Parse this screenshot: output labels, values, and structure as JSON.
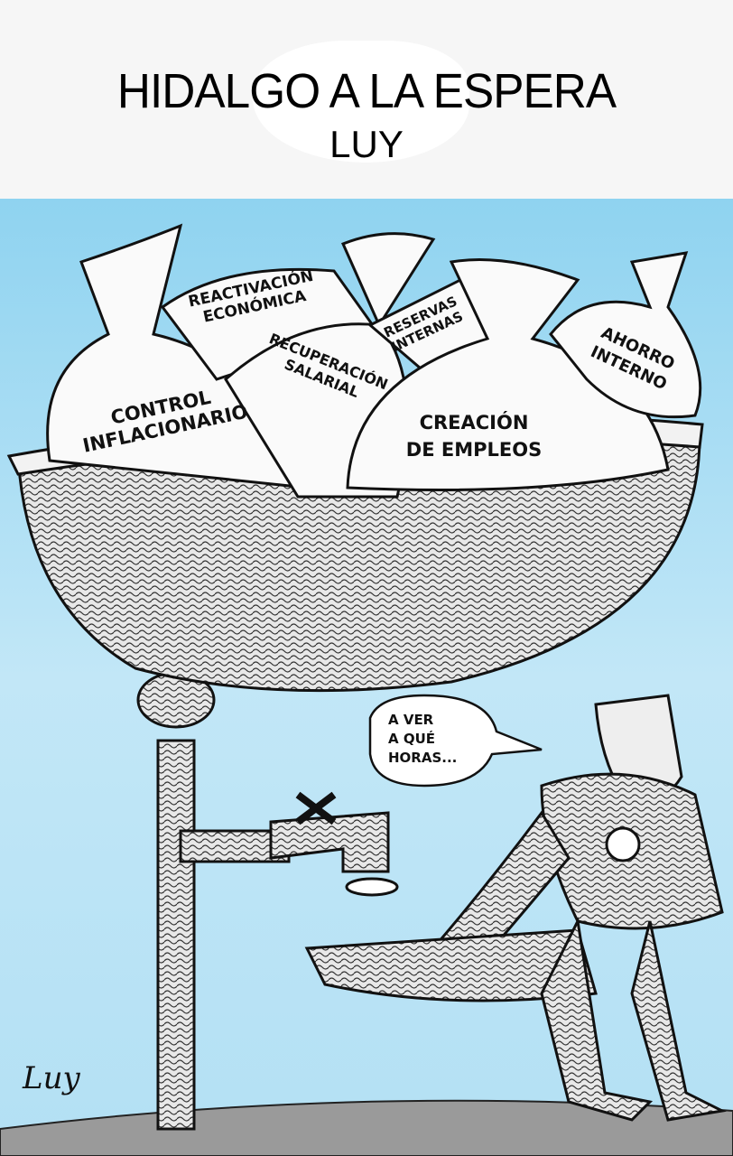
{
  "header": {
    "title": "HIDALGO A LA ESPERA",
    "author": "LUY"
  },
  "cartoon": {
    "bags": [
      {
        "line1": "CONTROL",
        "line2": "INFLACIONARIO"
      },
      {
        "line1": "REACTIVACIÓN",
        "line2": "ECONÓMICA"
      },
      {
        "line1": "RECUPERACIÓN",
        "line2": "SALARIAL"
      },
      {
        "line1": "RESERVAS",
        "line2": "INTERNAS"
      },
      {
        "line1": "CREACIÓN",
        "line2": "DE EMPLEOS"
      },
      {
        "line1": "AHORRO",
        "line2": "INTERNO"
      }
    ],
    "speech": {
      "line1": "A VER",
      "line2": "A QUÉ",
      "line3": "HORAS..."
    },
    "signature": "Luy"
  },
  "colors": {
    "sky": "#a9dcf2",
    "ground": "#8a8a8a",
    "ink": "#111111"
  }
}
